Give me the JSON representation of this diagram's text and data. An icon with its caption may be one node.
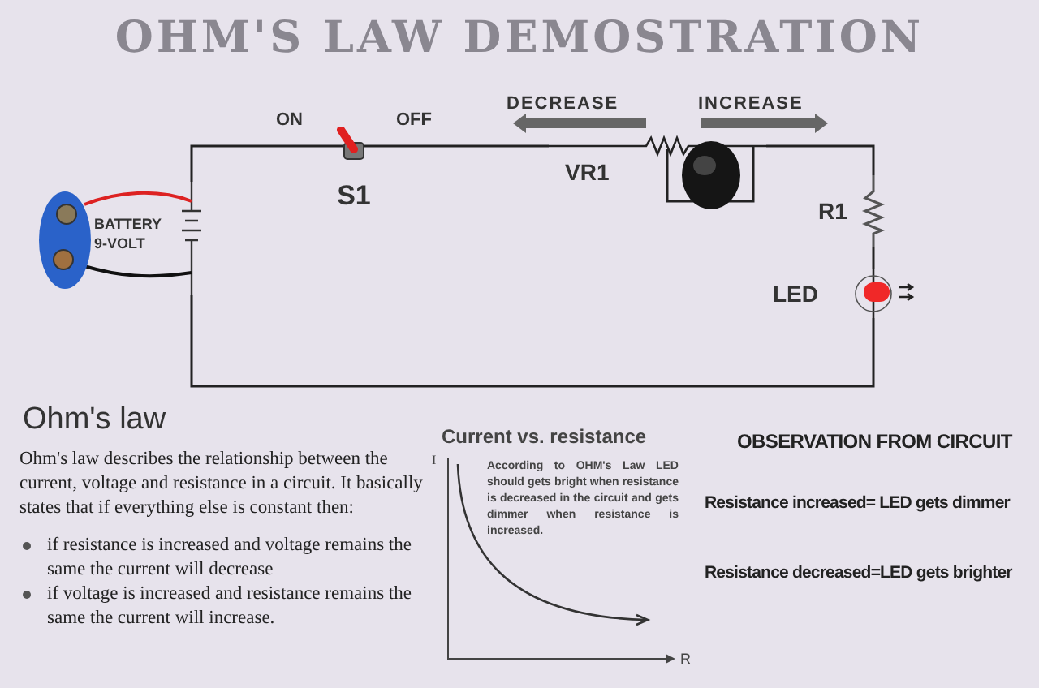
{
  "diagram": {
    "title": "OHM'S LAW DEMOSTRATION",
    "nodes": [
      {
        "text": [
          "BATTERY 9-VOLT"
        ]
      },
      {
        "text": [
          "S1"
        ],
        "beside": [
          "ON",
          "OFF"
        ]
      },
      {
        "text": [
          "VR1"
        ]
      },
      {
        "text": [
          "R1"
        ]
      },
      {
        "text": [
          "LED"
        ]
      }
    ],
    "edges": [
      {
        "from": 0,
        "to": 1,
        "arrow": "none"
      },
      {
        "from": 1,
        "to": 2,
        "arrow": "none"
      },
      {
        "from": 2,
        "to": 3,
        "arrow": "none"
      },
      {
        "from": 3,
        "to": 4,
        "arrow": "none"
      },
      {
        "from": 4,
        "to": 0,
        "arrow": "none"
      }
    ],
    "labels": [
      "DECREASE",
      "INCREASE",
      "Ohm's law",
      "Ohm's law describes the relationship between the current, voltage and resistance in a circuit. It basically states that if everything else is constant then:",
      "if resistance is increased and voltage remains the same the current will decrease",
      "if voltage is increased and resistance remains the same the current will increase.",
      "Current vs. resistance",
      "I",
      "According to OHM's Law LED should gets bright when resistance is decreased in the circuit and gets dimmer when resistance is increased.",
      "R",
      "OBSERVATION FROM CIRCUIT",
      "Resistance increased= LED gets dimmer",
      "Resistance decreased=LED gets brighter"
    ]
  }
}
